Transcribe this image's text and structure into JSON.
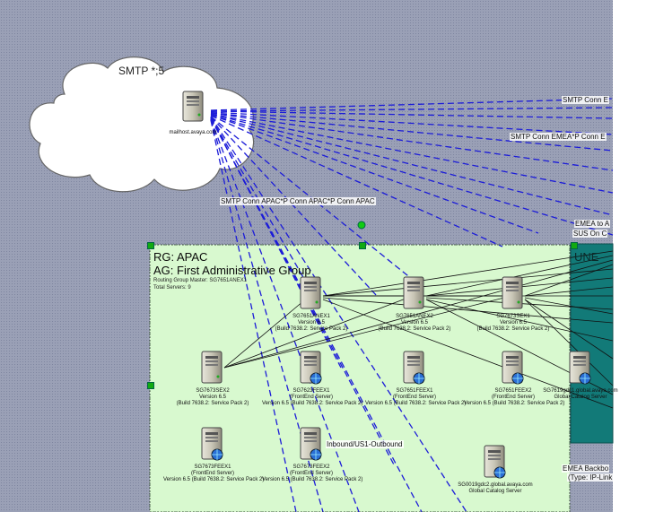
{
  "smtp_cloud": {
    "title": "SMTP *;5",
    "server_label": "mailhost.avaya.com"
  },
  "connector_labels": {
    "apac": "SMTP Conn APAC*P Conn APAC*P Conn APAC",
    "emea_top": "SMTP Conn E",
    "emea_mid": "SMTP Conn EMEA*P Conn E",
    "emea_to": "EMEA to A",
    "emea_to_2": "SUS On C",
    "inbound": "Inbound/US1-Outbound",
    "backbone": "EMEA Backbo",
    "backbone_2": "(Type: IP-Link"
  },
  "routing_group": {
    "rg": "RG: APAC",
    "ag": "AG: First Administrative Group",
    "master": "Routing Group Master: SG7651ANEX1",
    "total": "Total Servers: 9"
  },
  "side_group": {
    "label": "UNE"
  },
  "servers": [
    {
      "id": "s1",
      "name": "SG7651ANEX1",
      "line2": "Version 6.5",
      "line3": "(Build 7638.2: Service Pack 2)",
      "type": "exchange"
    },
    {
      "id": "s2",
      "name": "SG7651ANEX2",
      "line2": "Version 6.5",
      "line3": "(Build 7638.2: Service Pack 2)",
      "type": "exchange"
    },
    {
      "id": "s3",
      "name": "SG7673SEX1",
      "line2": "Version 6.5",
      "line3": "(Build 7638.2: Service Pack 2)",
      "type": "exchange"
    },
    {
      "id": "s4",
      "name": "SG7673SEX2",
      "line2": "Version 6.5",
      "line3": "(Build 7638.2: Service Pack 2)",
      "type": "exchange"
    },
    {
      "id": "s5",
      "name": "SG7623FEEX1",
      "line2": "(FrontEnd Server)",
      "line3": "Version 6.5 (Build 7638.2: Service Pack 2)",
      "type": "frontend"
    },
    {
      "id": "s6",
      "name": "SG7651FEEX1",
      "line2": "(FrontEnd Server)",
      "line3": "Version 6.5 (Build 7638.2: Service Pack 2)",
      "type": "frontend"
    },
    {
      "id": "s7",
      "name": "SG7651FEEX2",
      "line2": "(FrontEnd Server)",
      "line3": "Version 6.5 (Build 7638.2: Service Pack 2)",
      "type": "frontend"
    },
    {
      "id": "s8",
      "name": "SG7673FEEX1",
      "line2": "(FrontEnd Server)",
      "line3": "Version 6.5 (Build 7638.2: Service Pack 2)",
      "type": "frontend"
    },
    {
      "id": "s9",
      "name": "SG7673FEEX2",
      "line2": "(FrontEnd Server)",
      "line3": "Version 6.5 (Build 7638.2: Service Pack 2)",
      "type": "frontend"
    },
    {
      "id": "s10",
      "name": "SG0019gdc2.global.avaya.com",
      "line2": "Global Catalog Server",
      "line3": "",
      "type": "gc"
    },
    {
      "id": "s11",
      "name": "SG7619gdc1.global.avaya.com",
      "line2": "Global Catalog Server",
      "line3": "",
      "type": "gc"
    }
  ],
  "colors": {
    "background": "#9aa0b6",
    "routing_group_fill": "#d8f9cf",
    "side_group_fill": "#127a78",
    "connector_blue": "#1c1cd8",
    "link_black": "#111111",
    "handle_green": "#11aa11"
  }
}
